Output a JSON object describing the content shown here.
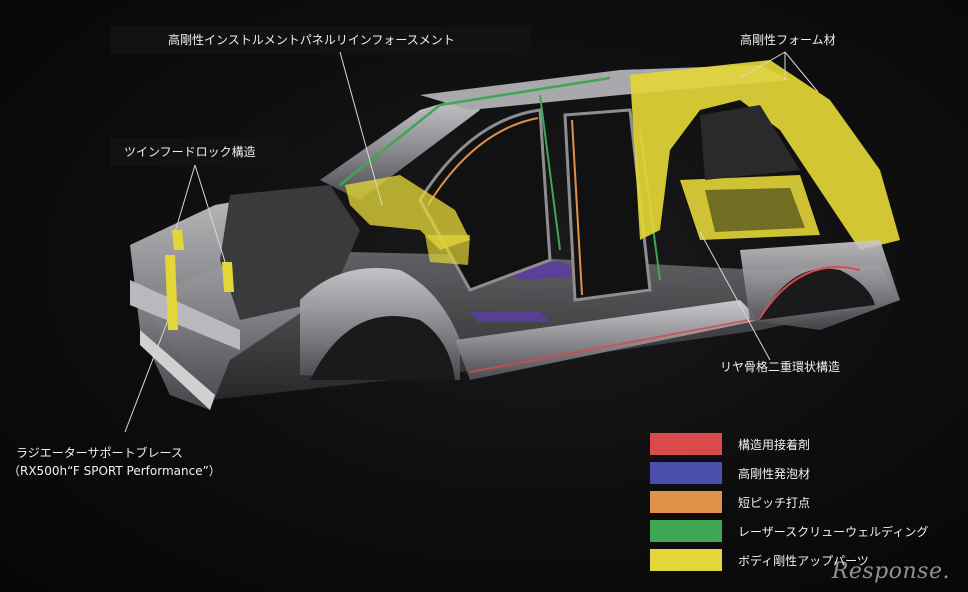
{
  "labels": {
    "instrument_panel": "高剛性インストルメントパネルリインフォースメント",
    "foam": "高剛性フォーム材",
    "twin_hood_lock": "ツインフードロック構造",
    "rear_frame": "リヤ骨格二重環状構造",
    "radiator_line1": "ラジエーターサポートブレース",
    "radiator_line2": "（RX500h“F SPORT Performance”）"
  },
  "legend": [
    {
      "label": "構造用接着剤",
      "color": "#d94a4a"
    },
    {
      "label": "高剛性発泡材",
      "color": "#4a4fae"
    },
    {
      "label": "短ピッチ打点",
      "color": "#e0914a"
    },
    {
      "label": "レーザースクリューウェルディング",
      "color": "#3fa654"
    },
    {
      "label": "ボディ剛性アップパーツ",
      "color": "#e3d638"
    }
  ],
  "watermark": "Response."
}
